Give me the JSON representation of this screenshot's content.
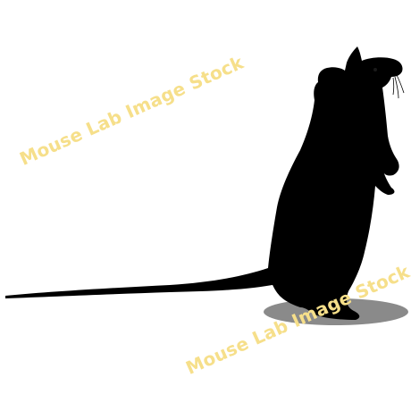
{
  "image": {
    "subject": "mouse-silhouette",
    "background_color": "#ffffff",
    "silhouette_color": "#000000",
    "shadow_color": "#8a8a8a"
  },
  "watermarks": [
    {
      "text": "Mouse Lab Image Stock",
      "color": "#f6df8a"
    },
    {
      "text": "Mouse Lab Image Stock",
      "color": "#f6df8a"
    }
  ]
}
